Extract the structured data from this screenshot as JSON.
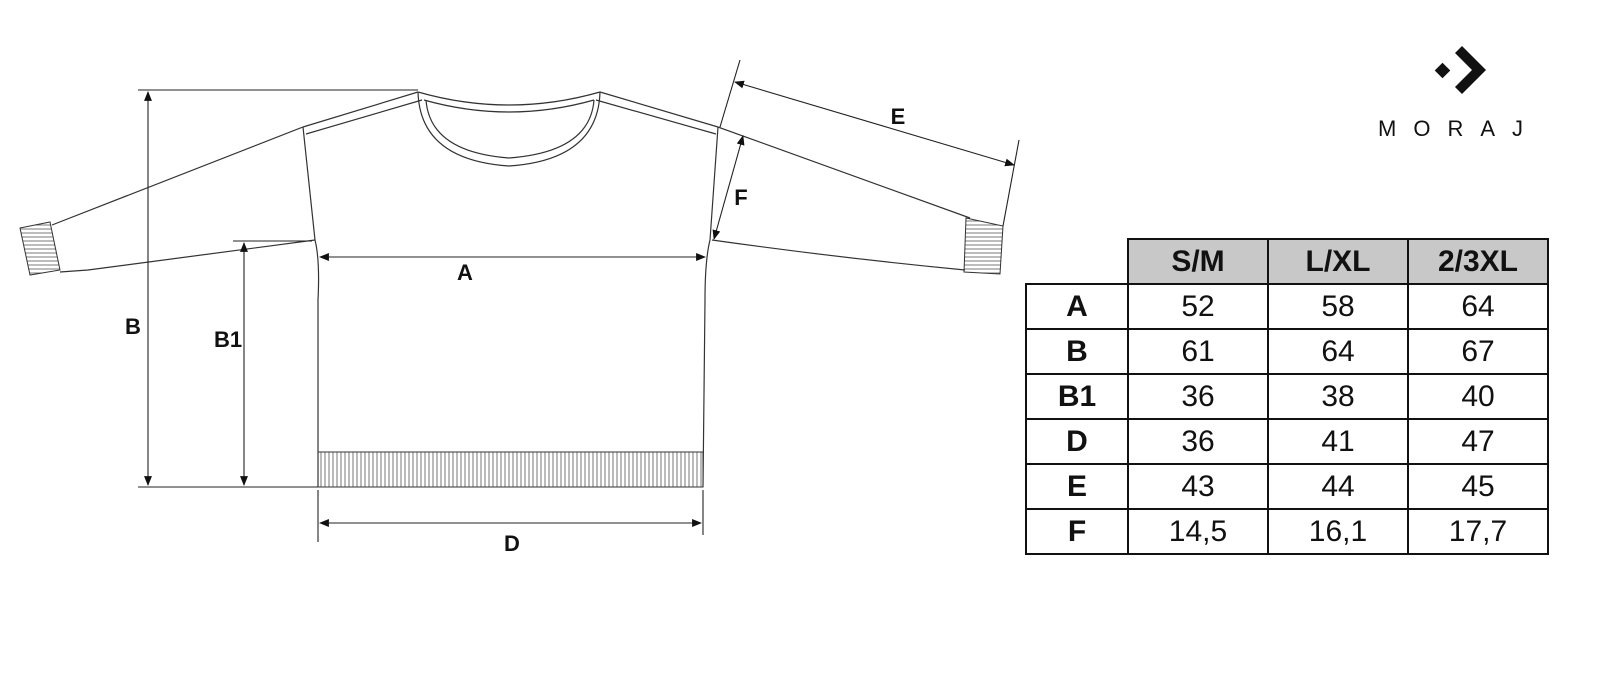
{
  "brand": {
    "name": "MORAJ"
  },
  "diagram": {
    "labels": {
      "A": "A",
      "B": "B",
      "B1": "B1",
      "D": "D",
      "E": "E",
      "F": "F"
    }
  },
  "size_table": {
    "columns": [
      "S/M",
      "L/XL",
      "2/3XL"
    ],
    "rows": [
      {
        "label": "A",
        "values": [
          "52",
          "58",
          "64"
        ]
      },
      {
        "label": "B",
        "values": [
          "61",
          "64",
          "67"
        ]
      },
      {
        "label": "B1",
        "values": [
          "36",
          "38",
          "40"
        ]
      },
      {
        "label": "D",
        "values": [
          "36",
          "41",
          "47"
        ]
      },
      {
        "label": "E",
        "values": [
          "43",
          "44",
          "45"
        ]
      },
      {
        "label": "F",
        "values": [
          "14,5",
          "16,1",
          "17,7"
        ]
      }
    ]
  }
}
